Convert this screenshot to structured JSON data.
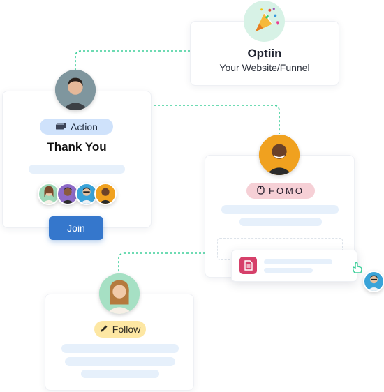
{
  "optin_card": {
    "title": "Optiin",
    "subtitle": "Your Website/Funnel",
    "icon": "party-popper-icon",
    "icon_bg": "#d7f2e6"
  },
  "action_card": {
    "badge_label": "Action",
    "badge_icon": "ticket-icon",
    "badge_bg": "#cfe2fb",
    "title": "Thank You",
    "button_label": "Join",
    "button_color": "#3577cc",
    "participant_avatars": 4
  },
  "fomo_card": {
    "badge_label": "FOMO",
    "badge_icon": "mouse-click-icon",
    "badge_bg": "#f6d0d6",
    "notification_icon": "document-icon",
    "notification_icon_bg": "#d6406a",
    "cursor_icon": "hand-cursor-icon"
  },
  "follow_card": {
    "badge_label": "Follow",
    "badge_icon": "pencil-icon",
    "badge_bg": "#fde7a3"
  },
  "colors": {
    "connector": "#3ecf9a",
    "placeholder_bar": "#e6f0fb"
  }
}
